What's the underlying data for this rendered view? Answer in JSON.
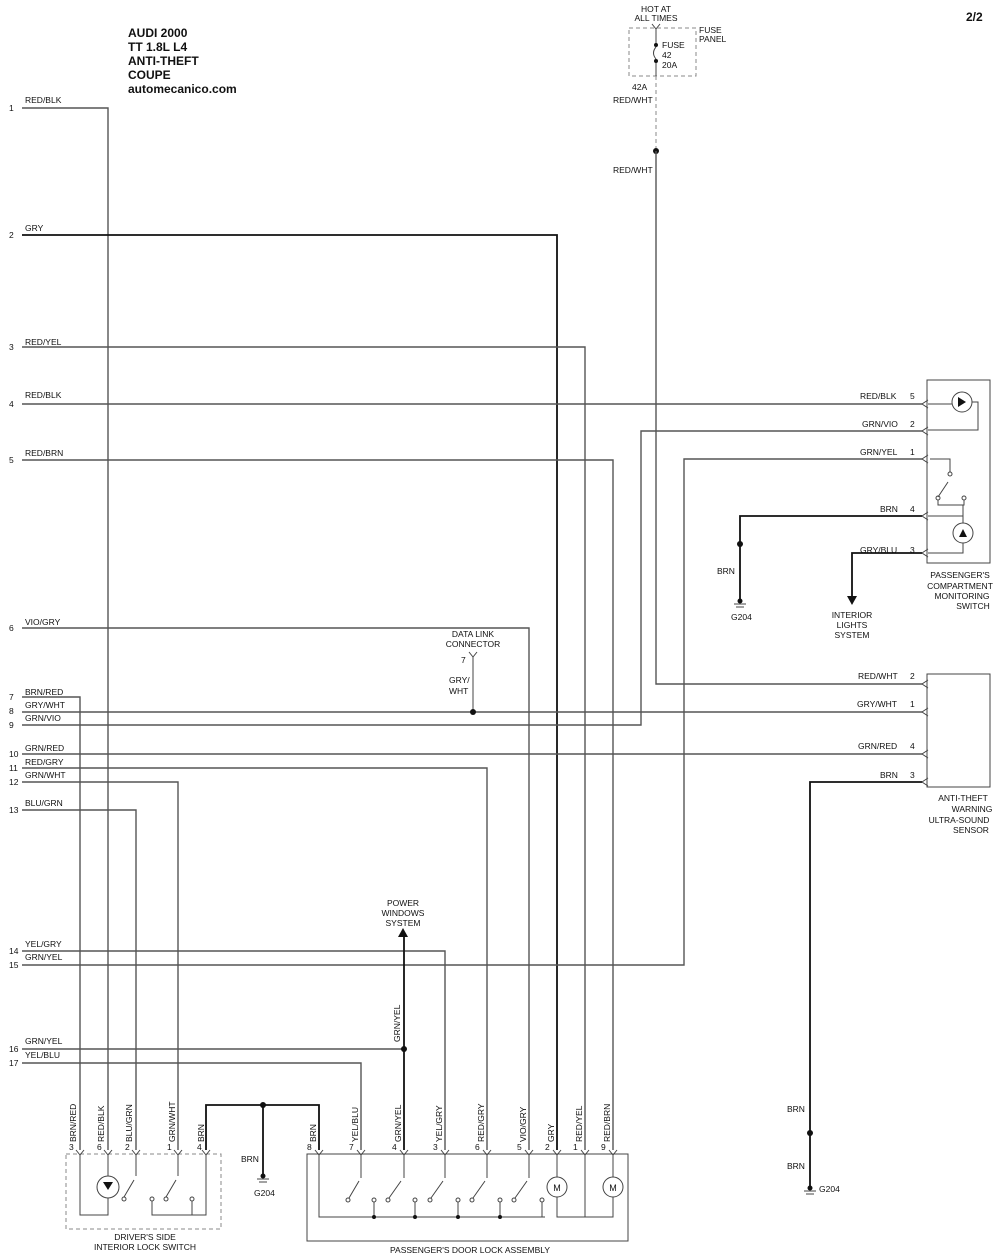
{
  "header": {
    "title_lines": [
      "AUDI 2000",
      "TT 1.8L  L4",
      "ANTI-THEFT",
      "COUPE",
      "automecanico.com"
    ],
    "page_number": "2/2"
  },
  "fuse": {
    "hot": [
      "HOT AT",
      "ALL TIMES"
    ],
    "panel": [
      "FUSE",
      "PANEL"
    ],
    "label": [
      "FUSE",
      "42",
      "20A"
    ],
    "terminal": "42A",
    "wire": "RED/WHT"
  },
  "left_rows": [
    {
      "num": "1",
      "color": "RED/BLK"
    },
    {
      "num": "2",
      "color": "GRY"
    },
    {
      "num": "3",
      "color": "RED/YEL"
    },
    {
      "num": "4",
      "color": "RED/BLK"
    },
    {
      "num": "5",
      "color": "RED/BRN"
    },
    {
      "num": "6",
      "color": "VIO/GRY"
    },
    {
      "num": "7",
      "color": "BRN/RED"
    },
    {
      "num": "8",
      "color": "GRY/WHT"
    },
    {
      "num": "9",
      "color": "GRN/VIO"
    },
    {
      "num": "10",
      "color": "GRN/RED"
    },
    {
      "num": "11",
      "color": "RED/GRY"
    },
    {
      "num": "12",
      "color": "GRN/WHT"
    },
    {
      "num": "13",
      "color": "BLU/GRN"
    },
    {
      "num": "14",
      "color": "YEL/GRY"
    },
    {
      "num": "15",
      "color": "GRN/YEL"
    },
    {
      "num": "16",
      "color": "GRN/YEL"
    },
    {
      "num": "17",
      "color": "YEL/BLU"
    }
  ],
  "monitoring_switch": {
    "name": [
      "PASSENGER'S",
      "COMPARTMENT",
      "MONITORING",
      "SWITCH"
    ],
    "pins": [
      {
        "color": "RED/BLK",
        "pin": "5"
      },
      {
        "color": "GRN/VIO",
        "pin": "2"
      },
      {
        "color": "GRN/YEL",
        "pin": "1"
      },
      {
        "color": "BRN",
        "pin": "4"
      },
      {
        "color": "GRY/BLU",
        "pin": "3"
      }
    ],
    "ground_wire": "BRN",
    "ground": "G204",
    "interior_lights": [
      "INTERIOR",
      "LIGHTS",
      "SYSTEM"
    ]
  },
  "sensor": {
    "name": [
      "ANTI-THEFT",
      "WARNING",
      "ULTRA-SOUND",
      "SENSOR"
    ],
    "pins": [
      {
        "color": "RED/WHT",
        "pin": "2"
      },
      {
        "color": "GRY/WHT",
        "pin": "1"
      },
      {
        "color": "GRN/RED",
        "pin": "4"
      },
      {
        "color": "BRN",
        "pin": "3"
      }
    ]
  },
  "data_link": {
    "name": [
      "DATA LINK",
      "CONNECTOR"
    ],
    "pin": "7",
    "wire": [
      "GRY/",
      "WHT"
    ]
  },
  "power_windows": {
    "name": [
      "POWER",
      "WINDOWS",
      "SYSTEM"
    ],
    "wire": "GRN/YEL"
  },
  "driver_switch": {
    "name": [
      "DRIVER'S SIDE",
      "INTERIOR LOCK SWITCH"
    ],
    "wires": [
      {
        "color": "BRN/RED",
        "pin": "3"
      },
      {
        "color": "RED/BLK",
        "pin": "6"
      },
      {
        "color": "BLU/GRN",
        "pin": "2"
      },
      {
        "color": "GRN/WHT",
        "pin": "1"
      },
      {
        "color": "BRN",
        "pin": "4"
      }
    ],
    "ground_wire": "BRN",
    "ground": "G204"
  },
  "passenger_lock": {
    "name": "PASSENGER'S DOOR LOCK ASSEMBLY",
    "wires": [
      {
        "color": "BRN",
        "pin": "8"
      },
      {
        "color": "YEL/BLU",
        "pin": "7"
      },
      {
        "color": "GRN/YEL",
        "pin": "4"
      },
      {
        "color": "YEL/GRY",
        "pin": "3"
      },
      {
        "color": "RED/GRY",
        "pin": "6"
      },
      {
        "color": "VIO/GRY",
        "pin": "5"
      },
      {
        "color": "GRY",
        "pin": "2"
      },
      {
        "color": "RED/YEL",
        "pin": "1"
      },
      {
        "color": "RED/BRN",
        "pin": "9"
      }
    ],
    "motor_symbol": "M"
  },
  "bottom_ground": {
    "wire_upper": "BRN",
    "wire_lower": "BRN",
    "ground": "G204"
  }
}
